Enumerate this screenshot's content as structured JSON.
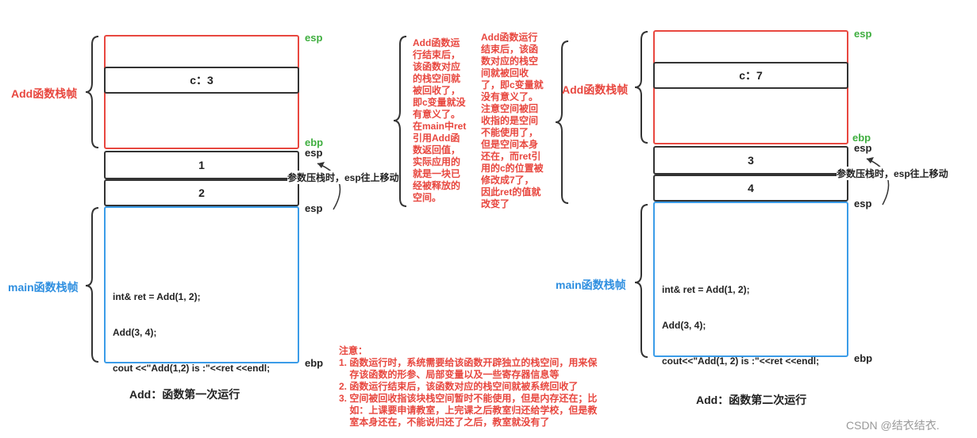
{
  "left": {
    "esp_top": "esp",
    "ebp_mid": "ebp",
    "esp_mid": "esp",
    "esp_low": "esp",
    "ebp_bottom": "ebp",
    "add_frame": "Add函数栈帧",
    "main_frame": "main函数栈帧",
    "var_c": "c：3",
    "arg1": "1",
    "arg2": "2",
    "push_note": "参数压栈时，esp往上移动",
    "code": [
      "int& ret = Add(1, 2);",
      "Add(3, 4);",
      "cout <<\"Add(1,2) is :\"<<ret <<endl;"
    ],
    "caption": "Add：函数第一次运行"
  },
  "right": {
    "esp_top": "esp",
    "ebp_mid": "ebp",
    "esp_mid": "esp",
    "esp_low": "esp",
    "ebp_bottom": "ebp",
    "add_frame": "Add函数栈帧",
    "main_frame": "main函数栈帧",
    "var_c": "c：7",
    "arg1": "3",
    "arg2": "4",
    "push_note": "参数压栈时，esp往上移动",
    "code": [
      "int& ret = Add(1, 2);",
      "Add(3, 4);",
      "cout<<\"Add(1, 2) is :\"<<ret <<endl;"
    ],
    "caption": "Add：函数第二次运行"
  },
  "middle": {
    "col1": [
      "Add函数运",
      "行结束后，",
      "该函数对应",
      "的栈空间就",
      "被回收了，",
      "即c变量就没",
      "有意义了。",
      "在main中ret",
      "引用Add函",
      "数返回值，",
      "实际应用的",
      "就是一块已",
      "经被释放的",
      "空间。"
    ],
    "col2": [
      "Add函数运行",
      "结束后，该函",
      "数对应的栈空",
      "间就被回收",
      "了，即c变量就",
      "没有意义了。",
      "注意空间被回",
      "收指的是空间",
      "不能使用了，",
      "但是空间本身",
      "还在，而ret引",
      "用的c的位置被",
      "修改成7了，",
      "因此ret的值就",
      "改变了"
    ]
  },
  "notes": {
    "title": "注意：",
    "items": [
      [
        "1. 函数运行时，系统需要给该函数开辟独立的栈空间，用来保",
        "    存该函数的形参、局部变量以及一些寄存器信息等"
      ],
      [
        "2. 函数运行结束后，该函数对应的栈空间就被系统回收了"
      ],
      [
        "3. 空间被回收指该块栈空间暂时不能使用，但是内存还在；比",
        "    如：上课要申请教室，上完课之后教室归还给学校，但是教",
        "    室本身还在，不能说归还了之后，教室就没有了"
      ]
    ]
  },
  "watermark": "CSDN @结衣结衣.",
  "colors": {
    "red": "#e8473f",
    "blue": "#3b9ce8",
    "green": "#3fae3f"
  }
}
